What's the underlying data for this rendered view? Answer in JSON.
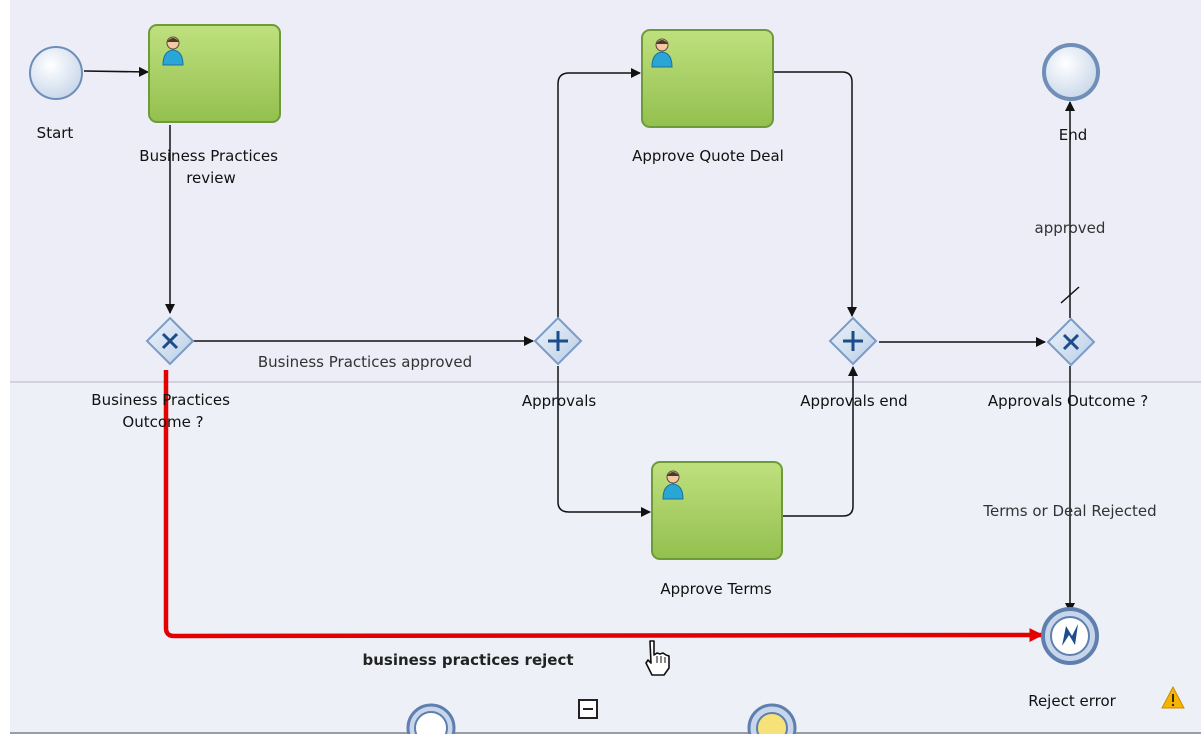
{
  "diagram": {
    "events": {
      "start": {
        "label": "Start"
      },
      "end": {
        "label": "End"
      },
      "reject_error": {
        "label": "Reject error"
      }
    },
    "tasks": {
      "business_practices_review": {
        "label_line1": "Business Practices",
        "label_line2": "review"
      },
      "approve_quote_deal": {
        "label": "Approve Quote Deal"
      },
      "approve_terms": {
        "label": "Approve Terms"
      }
    },
    "gateways": {
      "business_practices_outcome": {
        "label_line1": "Business Practices",
        "label_line2": "Outcome ?"
      },
      "approvals": {
        "label": "Approvals"
      },
      "approvals_end": {
        "label": "Approvals end"
      },
      "approvals_outcome": {
        "label": "Approvals Outcome ?"
      }
    },
    "flows": {
      "business_practices_approved": "Business Practices approved",
      "approved": "approved",
      "terms_or_deal_rejected": "Terms or Deal Rejected",
      "business_practices_reject": "business practices reject"
    },
    "colors": {
      "task_fill": "#a5cc63",
      "task_border": "#6f9a3a",
      "selected_flow": "#e30000",
      "lane_background": "#ecedf7",
      "event_fill": "#e6eef8",
      "event_border": "#6f8fb8"
    }
  }
}
